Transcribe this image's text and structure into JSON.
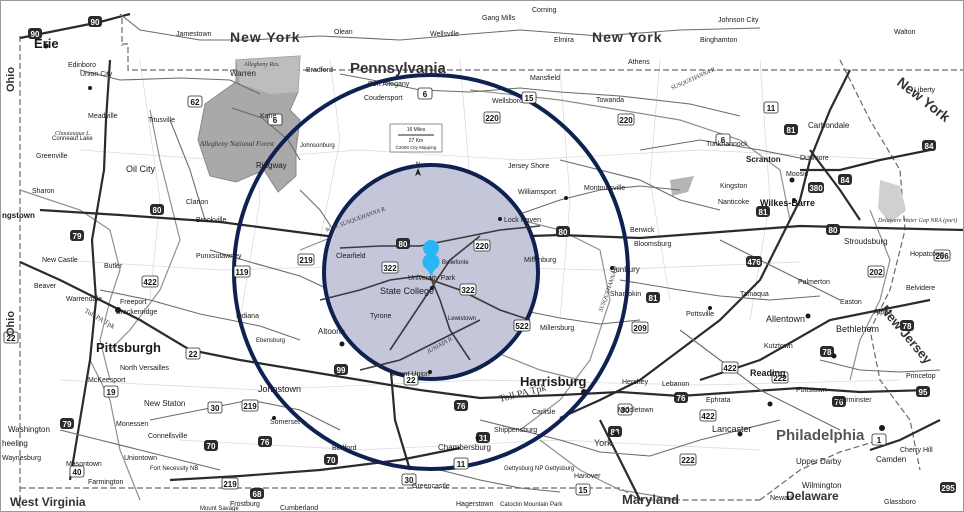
{
  "map": {
    "states": {
      "pennsylvania": "Pennsylvania",
      "new_york_w": "New York",
      "new_york_e": "New York",
      "new_york_diag": "New York",
      "new_jersey": "New Jersey",
      "ohio_top": "Ohio",
      "ohio_bottom": "Ohio",
      "maryland": "Maryland",
      "west_virginia": "West Virginia",
      "delaware": "Delaware"
    },
    "cities": [
      {
        "id": "erie",
        "name": "Erie",
        "size": "large"
      },
      {
        "id": "edinboro",
        "name": "Edinboro",
        "size": "small"
      },
      {
        "id": "union-city",
        "name": "Union City",
        "size": "small"
      },
      {
        "id": "meadville",
        "name": "Meadville",
        "size": "small"
      },
      {
        "id": "titusville",
        "name": "Titusville",
        "size": "small"
      },
      {
        "id": "conneaut-lake",
        "name": "Conneaut Lake",
        "size": "small"
      },
      {
        "id": "greenville",
        "name": "Greenville",
        "size": "small"
      },
      {
        "id": "oil-city",
        "name": "Oil City",
        "size": "small"
      },
      {
        "id": "sharon",
        "name": "Sharon",
        "size": "small"
      },
      {
        "id": "youngstown",
        "name": "ngstown",
        "size": "small"
      },
      {
        "id": "new-castle",
        "name": "New Castle",
        "size": "small"
      },
      {
        "id": "butler",
        "name": "Butler",
        "size": "small"
      },
      {
        "id": "beaver",
        "name": "Beaver",
        "size": "small"
      },
      {
        "id": "warrendale",
        "name": "Warrendale",
        "size": "small"
      },
      {
        "id": "freeport",
        "name": "Freeport",
        "size": "small"
      },
      {
        "id": "brackenridge",
        "name": "Brackenridge",
        "size": "small"
      },
      {
        "id": "pittsburgh",
        "name": "Pittsburgh",
        "size": "large"
      },
      {
        "id": "north-versailles",
        "name": "North Versailles",
        "size": "small"
      },
      {
        "id": "mckeesport",
        "name": "McKeesport",
        "size": "small"
      },
      {
        "id": "new-stanton",
        "name": "New Staton",
        "size": "small"
      },
      {
        "id": "monessen",
        "name": "Monessen",
        "size": "small"
      },
      {
        "id": "washington",
        "name": "Washington",
        "size": "small"
      },
      {
        "id": "connellsville",
        "name": "Connellsville",
        "size": "small"
      },
      {
        "id": "uniontown",
        "name": "Uniontown",
        "size": "small"
      },
      {
        "id": "waynesburg",
        "name": "Waynesburg",
        "size": "small"
      },
      {
        "id": "masontown",
        "name": "Masontown",
        "size": "small"
      },
      {
        "id": "wheeling",
        "name": "heeling",
        "size": "small"
      },
      {
        "id": "fort-necessity",
        "name": "Fort Necessity NB",
        "size": "small"
      },
      {
        "id": "farmington",
        "name": "Farmington",
        "size": "small"
      },
      {
        "id": "jamestown",
        "name": "Jamestown",
        "size": "small"
      },
      {
        "id": "olean",
        "name": "Olean",
        "size": "small"
      },
      {
        "id": "wellsville",
        "name": "Wellsville",
        "size": "small"
      },
      {
        "id": "warren",
        "name": "Warren",
        "size": "small"
      },
      {
        "id": "bradford",
        "name": "Bradford",
        "size": "small"
      },
      {
        "id": "kane",
        "name": "Kane",
        "size": "small"
      },
      {
        "id": "johnsonburg",
        "name": "Johnsonburg",
        "size": "small"
      },
      {
        "id": "ridgway",
        "name": "Ridgway",
        "size": "small"
      },
      {
        "id": "clarion",
        "name": "Clarion",
        "size": "small"
      },
      {
        "id": "brookville",
        "name": "Brookville",
        "size": "small"
      },
      {
        "id": "punxsutawney",
        "name": "Punxsutawney",
        "size": "small"
      },
      {
        "id": "indiana",
        "name": "Indiana",
        "size": "small"
      },
      {
        "id": "ebensburg",
        "name": "Ebensburg",
        "size": "small"
      },
      {
        "id": "johnstown",
        "name": "Johnstown",
        "size": "small"
      },
      {
        "id": "altoona",
        "name": "Altoona",
        "size": "medium"
      },
      {
        "id": "tyrone",
        "name": "Tyrone",
        "size": "small"
      },
      {
        "id": "bedford",
        "name": "Bedford",
        "size": "small"
      },
      {
        "id": "somerset",
        "name": "Somerset",
        "size": "small"
      },
      {
        "id": "clearfield",
        "name": "Clearfield",
        "size": "small"
      },
      {
        "id": "state-college",
        "name": "State College",
        "size": "medium"
      },
      {
        "id": "bellefonte",
        "name": "Bellefonte",
        "size": "small"
      },
      {
        "id": "university-park",
        "name": "University Park",
        "size": "small"
      },
      {
        "id": "lewistown",
        "name": "Lewistown",
        "size": "small"
      },
      {
        "id": "mount-union",
        "name": "Mount Union",
        "size": "small"
      },
      {
        "id": "lock-haven",
        "name": "Lock Haven",
        "size": "small"
      },
      {
        "id": "mifflinburg",
        "name": "Mifflinburg",
        "size": "small"
      },
      {
        "id": "port-allegany",
        "name": "Port Allegany",
        "size": "small"
      },
      {
        "id": "coudersport",
        "name": "Coudersport",
        "size": "small"
      },
      {
        "id": "wellsboro",
        "name": "Wellsboro",
        "size": "small"
      },
      {
        "id": "mansfield",
        "name": "Mansfield",
        "size": "small"
      },
      {
        "id": "towanda",
        "name": "Towanda",
        "size": "small"
      },
      {
        "id": "jersey-shore",
        "name": "Jersey Shore",
        "size": "small"
      },
      {
        "id": "williamsport",
        "name": "Williamsport",
        "size": "small"
      },
      {
        "id": "montoursville",
        "name": "Montoursville",
        "size": "small"
      },
      {
        "id": "sunbury",
        "name": "Sunbury",
        "size": "small"
      },
      {
        "id": "shamokin",
        "name": "Shamokin",
        "size": "small"
      },
      {
        "id": "millersburg",
        "name": "Millersburg",
        "size": "small"
      },
      {
        "id": "berwick",
        "name": "Berwick",
        "size": "small"
      },
      {
        "id": "bloomsburg",
        "name": "Bloomsburg",
        "size": "small"
      },
      {
        "id": "nanticoke",
        "name": "Nanticoke",
        "size": "small"
      },
      {
        "id": "kingston",
        "name": "Kingston",
        "size": "small"
      },
      {
        "id": "wilkes-barre",
        "name": "Wilkes-Barre",
        "size": "medium"
      },
      {
        "id": "scranton",
        "name": "Scranton",
        "size": "medium"
      },
      {
        "id": "dunmore",
        "name": "Dunmore",
        "size": "small"
      },
      {
        "id": "moosic",
        "name": "Moosic",
        "size": "small"
      },
      {
        "id": "carbondale",
        "name": "Carbondale",
        "size": "small"
      },
      {
        "id": "tunkhannock",
        "name": "Tunkhannock",
        "size": "small"
      },
      {
        "id": "athens",
        "name": "Athens",
        "size": "small"
      },
      {
        "id": "elmira",
        "name": "Elmira",
        "size": "small"
      },
      {
        "id": "corning",
        "name": "Corning",
        "size": "small"
      },
      {
        "id": "gang-mills",
        "name": "Gang Mills",
        "size": "small"
      },
      {
        "id": "binghamton",
        "name": "Binghamton",
        "size": "small"
      },
      {
        "id": "johnson-city",
        "name": "Johnson City",
        "size": "small"
      },
      {
        "id": "walton",
        "name": "Walton",
        "size": "small"
      },
      {
        "id": "liberty",
        "name": "Liberty",
        "size": "small"
      },
      {
        "id": "stroudsburg",
        "name": "Stroudsburg",
        "size": "small"
      },
      {
        "id": "hopatcong",
        "name": "Hopatcong",
        "size": "small"
      },
      {
        "id": "belvidere",
        "name": "Belvidere",
        "size": "small"
      },
      {
        "id": "palmerton",
        "name": "Palmerton",
        "size": "small"
      },
      {
        "id": "tamaqua",
        "name": "Tamaqua",
        "size": "small"
      },
      {
        "id": "pottsville",
        "name": "Pottsville",
        "size": "small"
      },
      {
        "id": "allentown",
        "name": "Allentown",
        "size": "medium"
      },
      {
        "id": "bethlehem",
        "name": "Bethlehem",
        "size": "medium"
      },
      {
        "id": "easton",
        "name": "Easton",
        "size": "small"
      },
      {
        "id": "alpha",
        "name": "Alpha",
        "size": "small"
      },
      {
        "id": "kutztown",
        "name": "Kutztown",
        "size": "small"
      },
      {
        "id": "reading",
        "name": "Reading",
        "size": "medium"
      },
      {
        "id": "pottstown",
        "name": "Pottstown",
        "size": "small"
      },
      {
        "id": "warminster",
        "name": "Warminster",
        "size": "small"
      },
      {
        "id": "princeton",
        "name": "Princetop",
        "size": "small"
      },
      {
        "id": "lebanon",
        "name": "Lebanon",
        "size": "small"
      },
      {
        "id": "hershey",
        "name": "Hershey",
        "size": "small"
      },
      {
        "id": "harrisburg",
        "name": "Harrisburg",
        "size": "large"
      },
      {
        "id": "carlisle",
        "name": "Carlisle",
        "size": "small"
      },
      {
        "id": "middletown",
        "name": "Middletown",
        "size": "small"
      },
      {
        "id": "ephrata",
        "name": "Ephrata",
        "size": "small"
      },
      {
        "id": "lancaster",
        "name": "Lancaster",
        "size": "medium"
      },
      {
        "id": "york",
        "name": "York",
        "size": "medium"
      },
      {
        "id": "shippensburg",
        "name": "Shippensburg",
        "size": "small"
      },
      {
        "id": "chambersburg",
        "name": "Chambersburg",
        "size": "medium"
      },
      {
        "id": "gettysburg",
        "name": "Gettysburg NP Gettysburg",
        "size": "small"
      },
      {
        "id": "hanover",
        "name": "Hanover",
        "size": "small"
      },
      {
        "id": "greencastle",
        "name": "Greencastle",
        "size": "small"
      },
      {
        "id": "hagerstown",
        "name": "Hagerstown",
        "size": "small"
      },
      {
        "id": "catoctin",
        "name": "Catoctin Mountain Park",
        "size": "small"
      },
      {
        "id": "philadelphia",
        "name": "Philadelphia",
        "size": "large"
      },
      {
        "id": "upper-darby",
        "name": "Upper Darby",
        "size": "small"
      },
      {
        "id": "camden",
        "name": "Camden",
        "size": "small"
      },
      {
        "id": "cherry-hill",
        "name": "Cherry Hill",
        "size": "small"
      },
      {
        "id": "wilmington",
        "name": "Wilmington",
        "size": "small"
      },
      {
        "id": "newark",
        "name": "Newark",
        "size": "small"
      },
      {
        "id": "glassboro",
        "name": "Glassboro",
        "size": "small"
      },
      {
        "id": "frostburg",
        "name": "Frostburg",
        "size": "small"
      },
      {
        "id": "cumberland",
        "name": "Cumberland",
        "size": "small"
      },
      {
        "id": "mount-savage",
        "name": "Mount Savage",
        "size": "small"
      }
    ],
    "water_labels": {
      "susquehanna_west": "W. Br. SUSQUEHANNA R.",
      "susquehanna_north": "SUSQUEHANNA R.",
      "juniata": "JUNIATA R.",
      "susquehanna_main": "SUSQUEHANNA R."
    },
    "forests": {
      "allegheny_nf": "Allegheny National Forest",
      "allegheny_res": "Allegheny Res.",
      "chautauqua": "Chautauqua L.",
      "delaware_gap": "Delaware Water Gap NRA (part)"
    },
    "toll_road_label": "Toll PA Tpk",
    "route_shields": {
      "i90a": "90",
      "i90b": "90",
      "i79a": "79",
      "i79b": "79",
      "i80a": "80",
      "i80b": "80",
      "i80c": "80",
      "i80d": "80",
      "i76a": "76",
      "i76b": "76",
      "i76c": "76",
      "i76d": "76",
      "i99a": "99",
      "i70a": "70",
      "i70b": "70",
      "i68": "68",
      "i81a": "81",
      "i81b": "81",
      "i81c": "81",
      "i81d": "81",
      "i83": "83",
      "i84a": "84",
      "i84b": "84",
      "i476": "476",
      "i78a": "78",
      "i78b": "78",
      "i95": "95",
      "i295": "295",
      "i380": "380",
      "us6a": "6",
      "us6b": "6",
      "us6c": "6",
      "us15": "15",
      "us11": "11",
      "us22a": "22",
      "us22b": "22",
      "us22c": "22",
      "us220a": "220",
      "us220b": "220",
      "us220c": "220",
      "us219a": "219",
      "us219b": "219",
      "us322a": "322",
      "us322b": "322",
      "us422a": "422",
      "us422b": "422",
      "us30a": "30",
      "us30b": "30",
      "us30c": "30",
      "us119": "119",
      "us62": "62",
      "us19": "19",
      "us209": "209",
      "us222a": "222",
      "us222b": "222",
      "us1": "1",
      "us202": "202",
      "us40": "40",
      "us522": "522",
      "us15b": "15",
      "us11b": "11",
      "us219c": "219",
      "us422c": "422",
      "us206": "206"
    },
    "scale": {
      "miles": "16 Miles",
      "km": "27 Km",
      "credit": "©2008 City Mapping"
    },
    "center_marker": {
      "label": "University Park",
      "color": "#29b6f6"
    },
    "colors": {
      "ring": "#0f2150",
      "inner_fill": "#c4c6da",
      "forest": "#a9a9a9",
      "road_major": "#2b2b2b",
      "road_minor": "#6b6b6b",
      "water": "#8a8a8a"
    }
  }
}
